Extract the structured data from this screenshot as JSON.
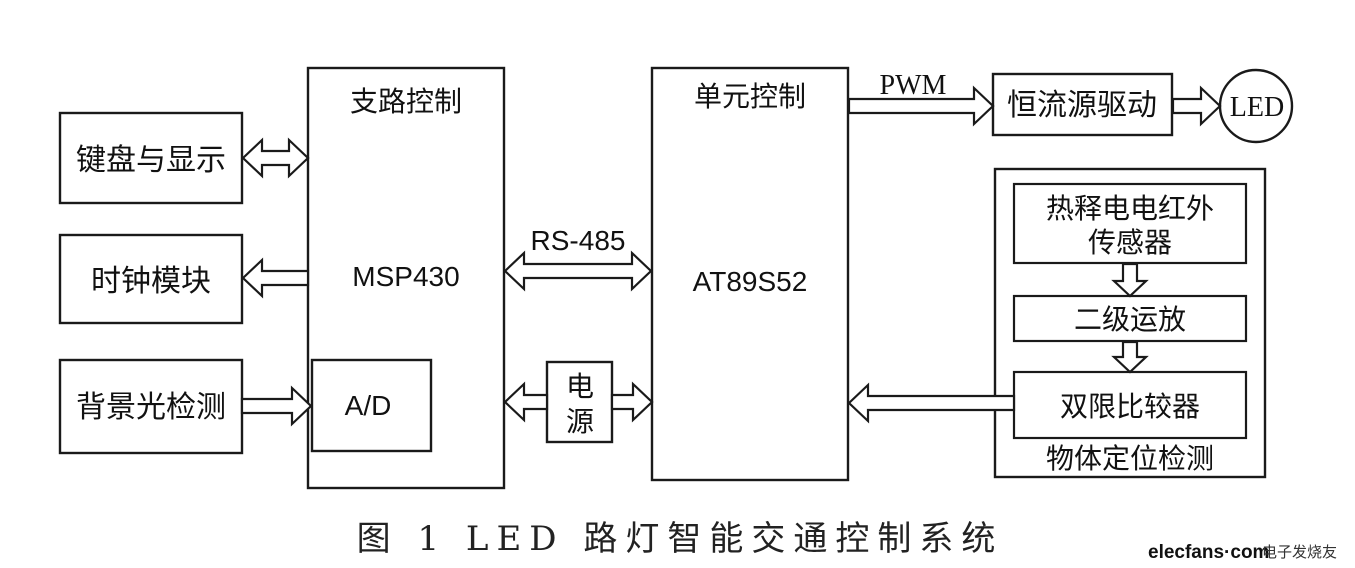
{
  "blocks": {
    "keyboard_display": "键盘与显示",
    "clock_module": "时钟模块",
    "background_light": "背景光检测",
    "branch_control": "支路控制",
    "msp430": "MSP430",
    "ad": "A/D",
    "rs485": "RS-485",
    "power": [
      "电",
      "源"
    ],
    "unit_control": "单元控制",
    "at89s52": "AT89S52",
    "pwm": "PWM",
    "driver": "恒流源驱动",
    "led": "LED",
    "pir_sensor": [
      "热释电电红外",
      "传感器"
    ],
    "amp": "二级运放",
    "comparator": "双限比较器",
    "positioning": "物体定位检测"
  },
  "caption": "图 1   LED 路灯智能交通控制系统",
  "watermark": {
    "logo": "elecfans·com",
    "cn": "电子发烧友"
  }
}
